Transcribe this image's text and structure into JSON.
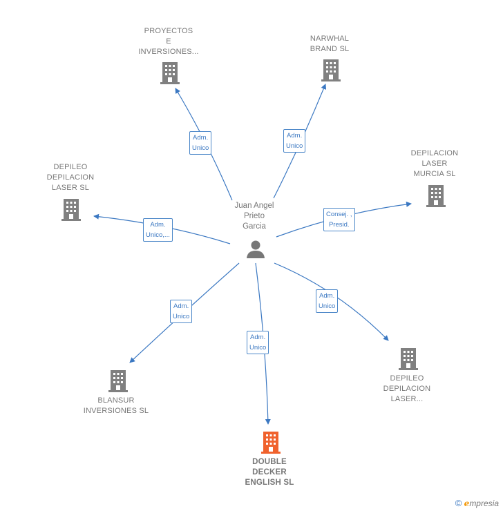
{
  "center": {
    "name": "Juan Angel\nPrieto\nGarcia",
    "icon": "person-icon"
  },
  "companies": {
    "proyectos": {
      "name": "PROYECTOS\nE\nINVERSIONES...",
      "role": "Adm.\nUnico"
    },
    "narwhal": {
      "name": "NARWHAL\nBRAND  SL",
      "role": "Adm.\nUnico"
    },
    "depilacion_murcia": {
      "name": "DEPILACION\nLASER\nMURCIA  SL",
      "role": "Consej. ,\nPresid."
    },
    "depileo_laser_sl": {
      "name": "DEPILEO\nDEPILACION\nLASER  SL",
      "role": "Adm.\nUnico,..."
    },
    "depileo_laser_2": {
      "name": "DEPILEO\nDEPILACION\nLASER...",
      "role": "Adm.\nUnico"
    },
    "blansur": {
      "name": "BLANSUR\nINVERSIONES SL",
      "role": "Adm.\nUnico"
    },
    "double_decker": {
      "name": "DOUBLE\nDECKER\nENGLISH  SL",
      "role": "Adm.\nUnico"
    }
  },
  "colors": {
    "edge": "#3b78c2",
    "building": "#808080",
    "highlight": "#f0622d"
  },
  "footer": {
    "symbol": "©",
    "brand_e": "e",
    "brand_rest": "mpresia"
  }
}
